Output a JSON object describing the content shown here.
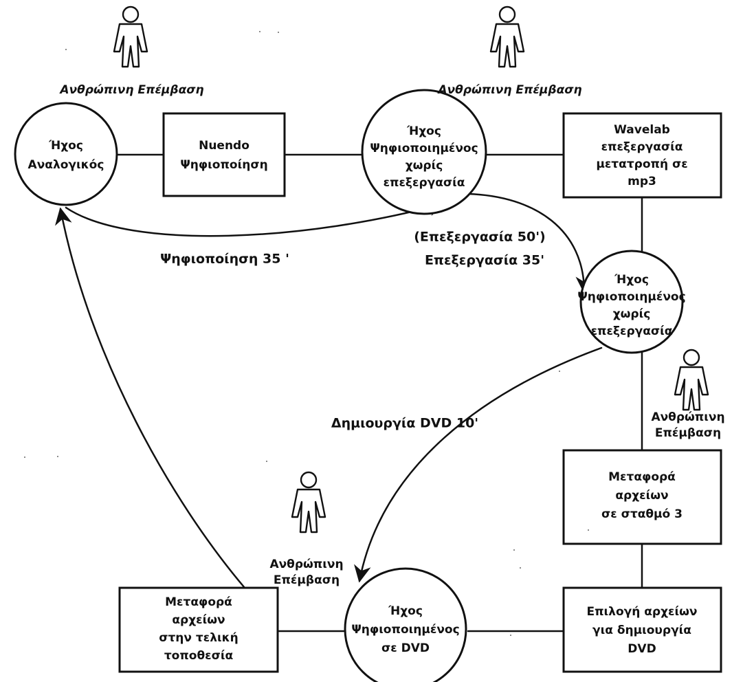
{
  "colors": {
    "ink": "#111111",
    "background": "#ffffff"
  },
  "nodes": {
    "analog_sound": [
      "Ήχος",
      "Αναλογικός"
    ],
    "nuendo": [
      "Nuendo",
      "Ψηφιοποίηση"
    ],
    "digitized_unprocessed_1": [
      "Ήχος",
      "Ψηφιοποιημένος",
      "χωρίς",
      "επεξεργασία"
    ],
    "wavelab": [
      "Wavelab",
      "επεξεργασία",
      "μετατροπή σε",
      "mp3"
    ],
    "digitized_unprocessed_2": [
      "Ήχος",
      "Ψηφιοποιημένος",
      "χωρίς",
      "επεξεργασία"
    ],
    "transfer_station3": [
      "Μεταφορά",
      "αρχείων",
      "σε σταθμό 3"
    ],
    "select_files_dvd": [
      "Επιλογή αρχείων",
      "για δημιουργία",
      "DVD"
    ],
    "digitized_dvd": [
      "Ήχος",
      "Ψηφιοποιημένος",
      "σε DVD"
    ],
    "transfer_final": [
      "Μεταφορά",
      "αρχείων",
      "στην τελική",
      "τοποθεσία"
    ]
  },
  "labels": {
    "digitization_time": "Ψηφιοποίηση 35 '",
    "processing_time_alt": "(Επεξεργασία 50')",
    "processing_time": "Επεξεργασία 35'",
    "dvd_creation_time": "Δημιουργία DVD 10'"
  },
  "human_intervention": {
    "single_line": "Ανθρώπινη Επέμβαση",
    "line1": "Ανθρώπινη",
    "line2": "Επέμβαση"
  },
  "icons": {
    "person": "person-icon",
    "arrowhead": "arrowhead-icon"
  }
}
